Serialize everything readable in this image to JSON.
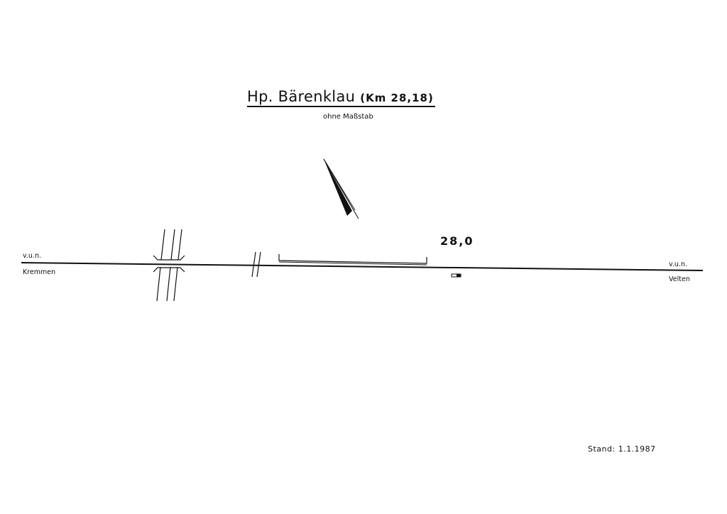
{
  "title": {
    "station": "Hp. Bärenklau",
    "km": "(Km 28,18)"
  },
  "subtitle": "ohne Maßstab",
  "km_marker": "28,0",
  "left_end": {
    "top": "v.u.n.",
    "bottom": "Kremmen"
  },
  "right_end": {
    "top": "v.u.n.",
    "bottom": "Velten"
  },
  "stand": "Stand: 1.1.1987"
}
